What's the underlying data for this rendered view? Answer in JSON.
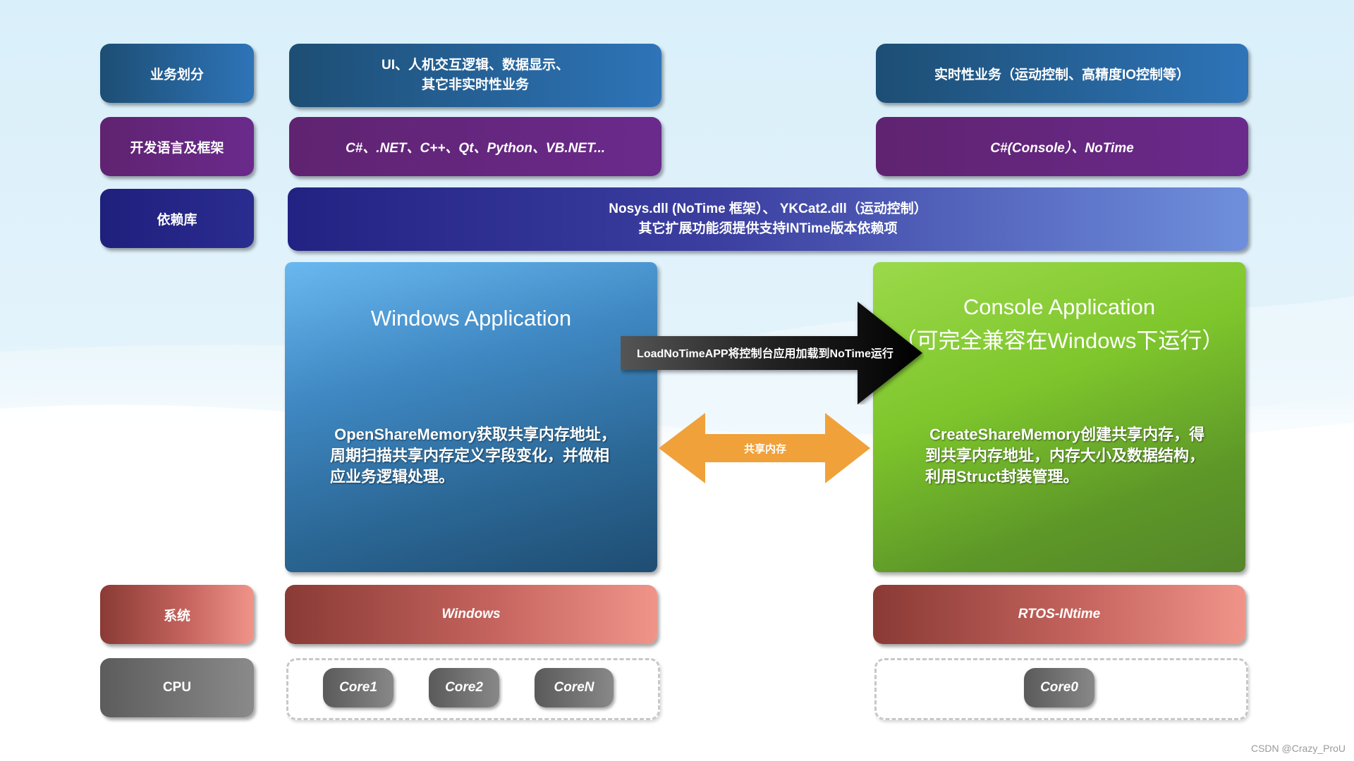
{
  "rows": {
    "business": {
      "label": "业务划分",
      "left_lines": [
        "UI、人机交互逻辑、数据显示、",
        "其它非实时性业务"
      ],
      "right": "实时性业务（运动控制、高精度IO控制等）"
    },
    "language": {
      "label": "开发语言及框架",
      "left": "C#、.NET、C++、Qt、Python、VB.NET...",
      "right": "C#(Console）、NoTime"
    },
    "dependency": {
      "label": "依赖库",
      "lines": [
        "Nosys.dll (NoTime 框架）、 YKCat2.dll（运动控制）",
        "其它扩展功能须提供支持INTime版本依赖项"
      ]
    },
    "system": {
      "label": "系统",
      "left": "Windows",
      "right": "RTOS-INtime"
    },
    "cpu": {
      "label": "CPU",
      "left_cores": [
        "Core1",
        "Core2",
        "CoreN"
      ],
      "right_cores": [
        "Core0"
      ]
    }
  },
  "windows_app": {
    "title": "Windows Application",
    "desc_lines": [
      " OpenShareMemory获取共享内存地址，",
      "周期扫描共享内存定义字段变化，并做相",
      "应业务逻辑处理。"
    ]
  },
  "console_app": {
    "title_lines": [
      "Console Application",
      "（可完全兼容在Windows下运行）"
    ],
    "desc_lines": [
      " CreateShareMemory创建共享内存，得",
      "到共享内存地址，内存大小及数据结构，",
      "利用Struct封装管理。"
    ]
  },
  "arrows": {
    "load": "LoadNoTimeAPP将控制台应用加载到NoTime运行",
    "shared": "共享内存"
  },
  "colors": {
    "load_arrow": "#1a1a1a",
    "shared_arrow": "#f0a13a"
  },
  "watermark": "CSDN @Crazy_ProU"
}
